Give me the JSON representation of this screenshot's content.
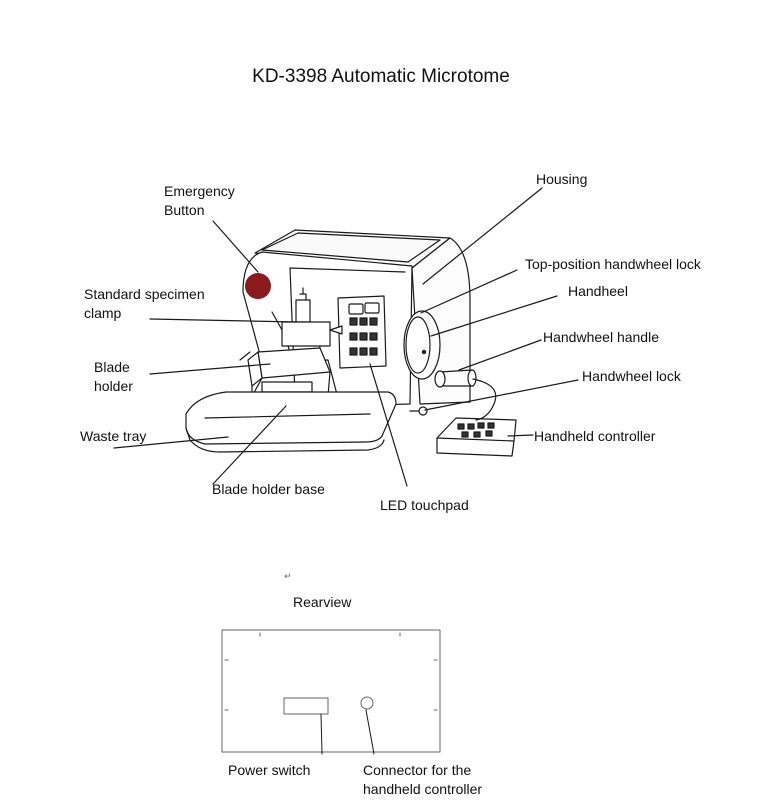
{
  "title": "KD-3398 Automatic Microtome",
  "labels": {
    "emergency_button": [
      "Emergency",
      "Button"
    ],
    "standard_specimen_clamp": [
      "Standard specimen",
      "clamp"
    ],
    "blade_holder": [
      "Blade",
      "holder"
    ],
    "waste_tray": "Waste tray",
    "blade_holder_base": "Blade holder base",
    "led_touchpad": "LED touchpad",
    "housing": "Housing",
    "top_position_handwheel_lock": "Top-position handwheel lock",
    "handwheel": "Handheel",
    "handwheel_handle": "Handwheel handle",
    "handwheel_lock": "Handwheel lock",
    "handheld_controller": "Handheld controller"
  },
  "rearview": {
    "title": "Rearview",
    "power_switch": "Power switch",
    "connector": [
      "Connector for the",
      "handheld controller"
    ]
  },
  "marks": {
    "return_symbol": "↵"
  },
  "colors": {
    "emergency_button": "#8b1a1a",
    "line": "#1a1a1a"
  }
}
